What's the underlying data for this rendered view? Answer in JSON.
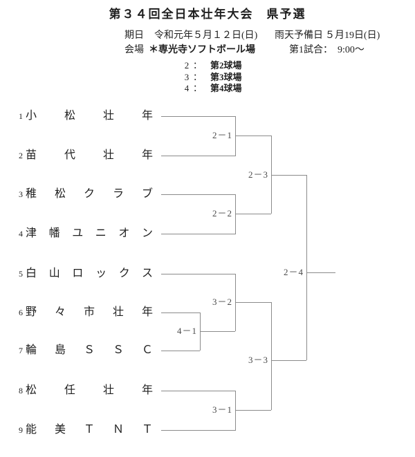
{
  "title": "第３４回全日本壮年大会　県予選",
  "header": {
    "date_label": "期日",
    "date_value": "令和元年５月１２日(日)",
    "rain_label": "雨天予備日",
    "rain_date": "５月19日(日)",
    "venue_label": "会場",
    "venue_value": "＊専光寺ソフトボール場",
    "first_game": "第1試合：　9:00～"
  },
  "venue_list": {
    "colon": "：",
    "items": [
      {
        "num": "2",
        "name": "第2球場"
      },
      {
        "num": "3",
        "name": "第3球場"
      },
      {
        "num": "4",
        "name": "第4球場"
      }
    ]
  },
  "teams": [
    {
      "seed": "1",
      "name": "小松壮年"
    },
    {
      "seed": "2",
      "name": "苗代壮年"
    },
    {
      "seed": "3",
      "name": "稚松クラブ"
    },
    {
      "seed": "4",
      "name": "津幡ユニオン"
    },
    {
      "seed": "5",
      "name": "白山ロックス"
    },
    {
      "seed": "6",
      "name": "野々市壮年"
    },
    {
      "seed": "7",
      "name": "輪島ＳＳＣ"
    },
    {
      "seed": "8",
      "name": "松任壮年"
    },
    {
      "seed": "9",
      "name": "能美ＴＮＴ"
    }
  ],
  "matches": {
    "m21": "2－1",
    "m22": "2－2",
    "m23": "2－3",
    "m24": "2－4",
    "m31": "3－1",
    "m32": "3－2",
    "m33": "3－3",
    "m41": "4－1"
  },
  "colors": {
    "line": "#8a8a8a",
    "text": "#1f1f1f",
    "label": "#4a4a4a"
  }
}
